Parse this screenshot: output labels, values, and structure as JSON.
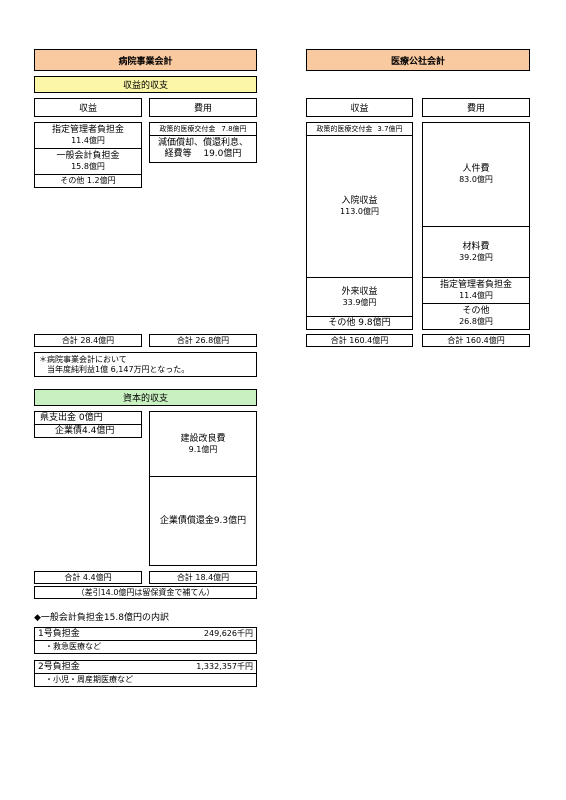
{
  "hospital": {
    "title": "病院事業会計",
    "income_section": "収益的収支",
    "revenue_header": "収益",
    "expense_header": "費用",
    "revenue_items": [
      {
        "label": "指定管理者負担金",
        "value": "11.4億円"
      },
      {
        "label": "一般会計負担金",
        "value": "15.8億円"
      },
      {
        "label": "その他 1.2億円"
      }
    ],
    "expense_items": [
      {
        "label": "政策的医療交付金",
        "value": "7.8億円"
      },
      {
        "label_line1": "減価償却、償還利息、",
        "label_line2": "経費等",
        "value": "19.0億円"
      }
    ],
    "revenue_total": "合計 28.4億円",
    "expense_total": "合計 26.8億円",
    "note_line1": "＊病院事業会計において",
    "note_line2": "当年度純利益1億 6,147万円となった。",
    "capital_section": "資本的収支",
    "capital_revenue_items": [
      {
        "label": "県支出金 0億円"
      },
      {
        "label": "企業債4.4億円"
      }
    ],
    "capital_expense_items": [
      {
        "label": "建設改良費",
        "value": "9.1億円"
      },
      {
        "label": "企業債償還金9.3億円"
      }
    ],
    "capital_revenue_total": "合計 4.4億円",
    "capital_expense_total": "合計 18.4億円",
    "capital_note": "（差引14.0億円は留保資金で補てん）",
    "breakdown_title": "◆一般会計負担金15.8億円の内訳",
    "breakdown": [
      {
        "label": "1号負担金",
        "amount": "249,626千円",
        "sub": "・救急医療など"
      },
      {
        "label": "2号負担金",
        "amount": "1,332,357千円",
        "sub": "・小児・周産期医療など"
      }
    ]
  },
  "medical_corp": {
    "title": "医療公社会計",
    "revenue_header": "収益",
    "expense_header": "費用",
    "revenue_items": [
      {
        "label": "政策的医療交付金",
        "value": "3.7億円"
      },
      {
        "label": "入院収益",
        "value": "113.0億円"
      },
      {
        "label": "外来収益",
        "value": "33.9億円"
      },
      {
        "label": "その他 9.8億円"
      }
    ],
    "expense_items": [
      {
        "label": "人件費",
        "value": "83.0億円"
      },
      {
        "label": "材料費",
        "value": "39.2億円"
      },
      {
        "label": "指定管理者負担金",
        "value": "11.4億円"
      },
      {
        "label": "その他",
        "value": "26.8億円"
      }
    ],
    "revenue_total": "合計 160.4億円",
    "expense_total": "合計 160.4億円"
  }
}
